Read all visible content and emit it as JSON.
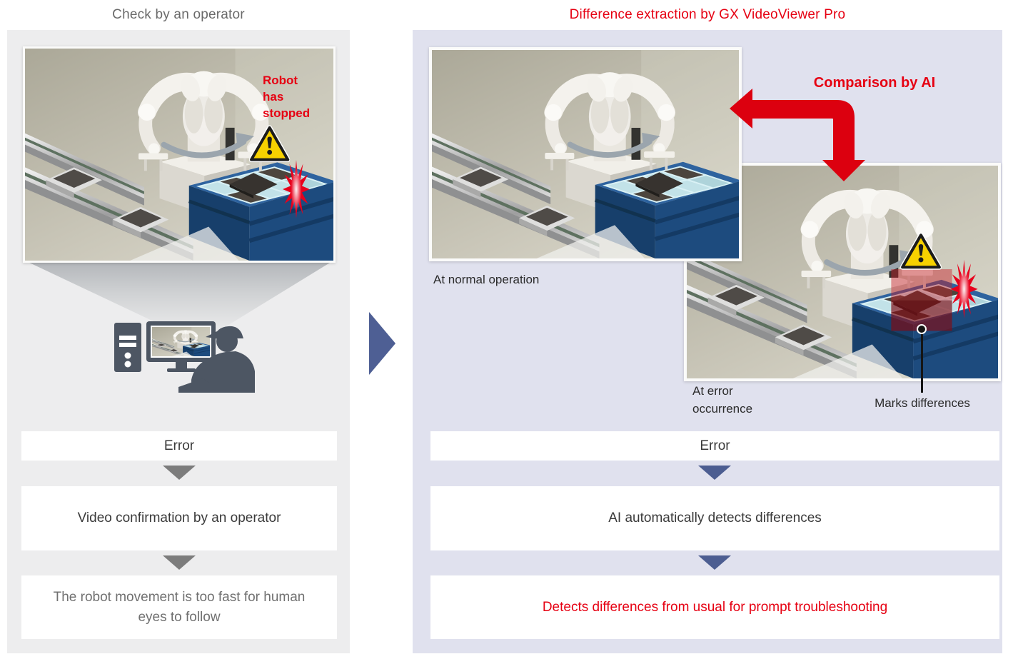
{
  "left": {
    "title": "Check by an operator",
    "robot_stopped_note": "Robot has stopped",
    "flow": [
      {
        "text": "Error"
      },
      {
        "text": "Video confirmation by an operator"
      },
      {
        "text": "The robot movement is too fast for human eyes to follow"
      }
    ]
  },
  "right": {
    "title": "Difference extraction by GX VideoViewer Pro",
    "comparison_label": "Comparison by AI",
    "image_labels": {
      "normal": "At normal operation",
      "error": "At error occurrence",
      "marks": "Marks differences"
    },
    "flow": [
      {
        "text": "Error"
      },
      {
        "text": "AI automatically detects differences"
      },
      {
        "text": "Detects differences from usual for prompt troubleshooting"
      }
    ]
  },
  "colors": {
    "accent_red": "#e60012",
    "flow_arrow_gray": "#7c7c7c",
    "flow_arrow_navy": "#4c5d91",
    "forward_arrow_navy": "#4e5f94",
    "panel_left_bg": "#ededee",
    "panel_right_bg": "#e0e1ee"
  }
}
